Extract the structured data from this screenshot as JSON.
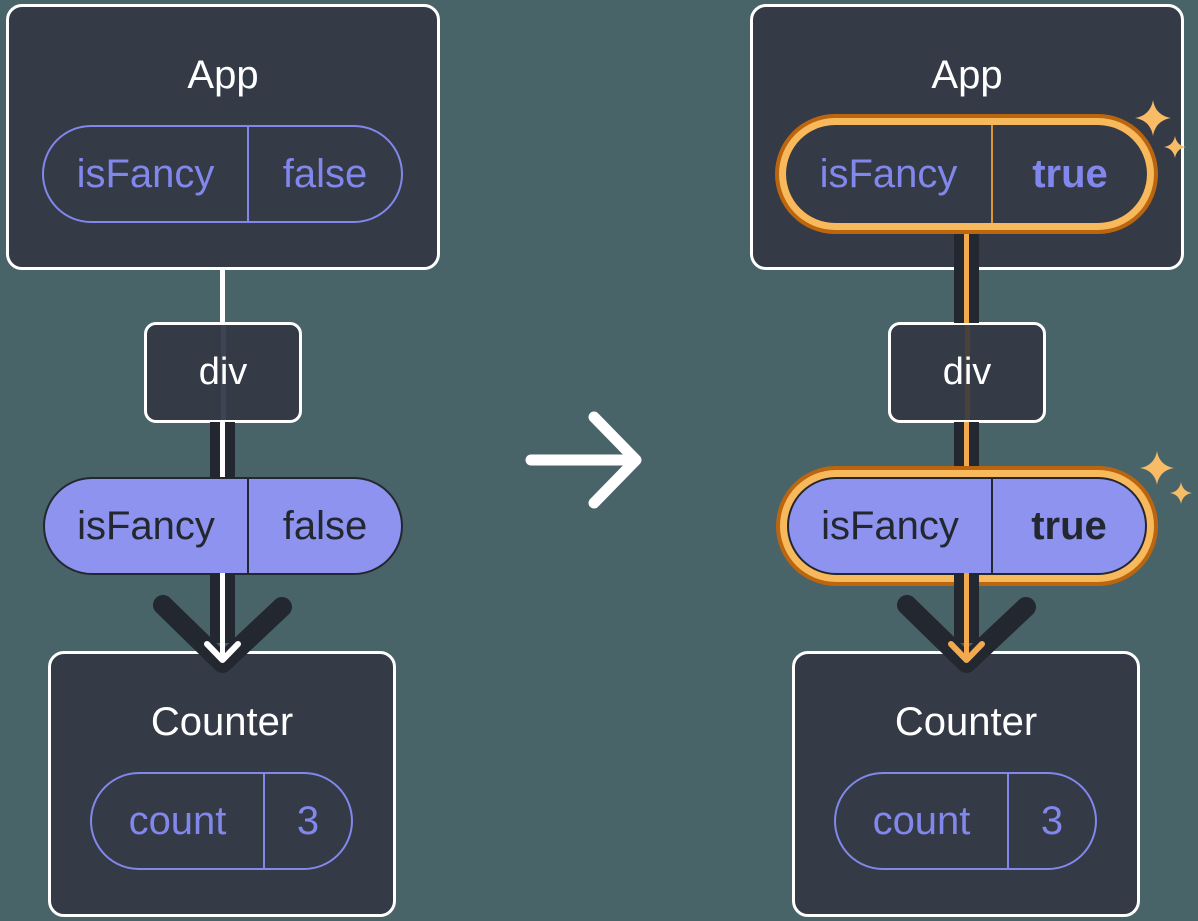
{
  "colors": {
    "bg": "#486469",
    "card": "#343A46",
    "white": "#FFFFFF",
    "purple": "#8287EC",
    "purpleFill": "#8D93EE",
    "dark": "#23272F",
    "orangeLine": "#F3A94E",
    "orangeLight": "#F8B85C",
    "orangeDark": "#BB660F",
    "orangeDivider": "#DD9434",
    "sparkle": "#F8BC67",
    "stripeBlue": "#3E4456",
    "stripeBrown": "#4A4239"
  },
  "before": {
    "app": {
      "title": "App",
      "prop": {
        "name": "isFancy",
        "value": "false"
      }
    },
    "container": {
      "label": "div"
    },
    "passed_prop": {
      "name": "isFancy",
      "value": "false"
    },
    "counter": {
      "title": "Counter",
      "state": {
        "name": "count",
        "value": "3"
      }
    }
  },
  "after": {
    "app": {
      "title": "App",
      "prop": {
        "name": "isFancy",
        "value": "true"
      }
    },
    "container": {
      "label": "div"
    },
    "passed_prop": {
      "name": "isFancy",
      "value": "true"
    },
    "counter": {
      "title": "Counter",
      "state": {
        "name": "count",
        "value": "3"
      }
    }
  }
}
